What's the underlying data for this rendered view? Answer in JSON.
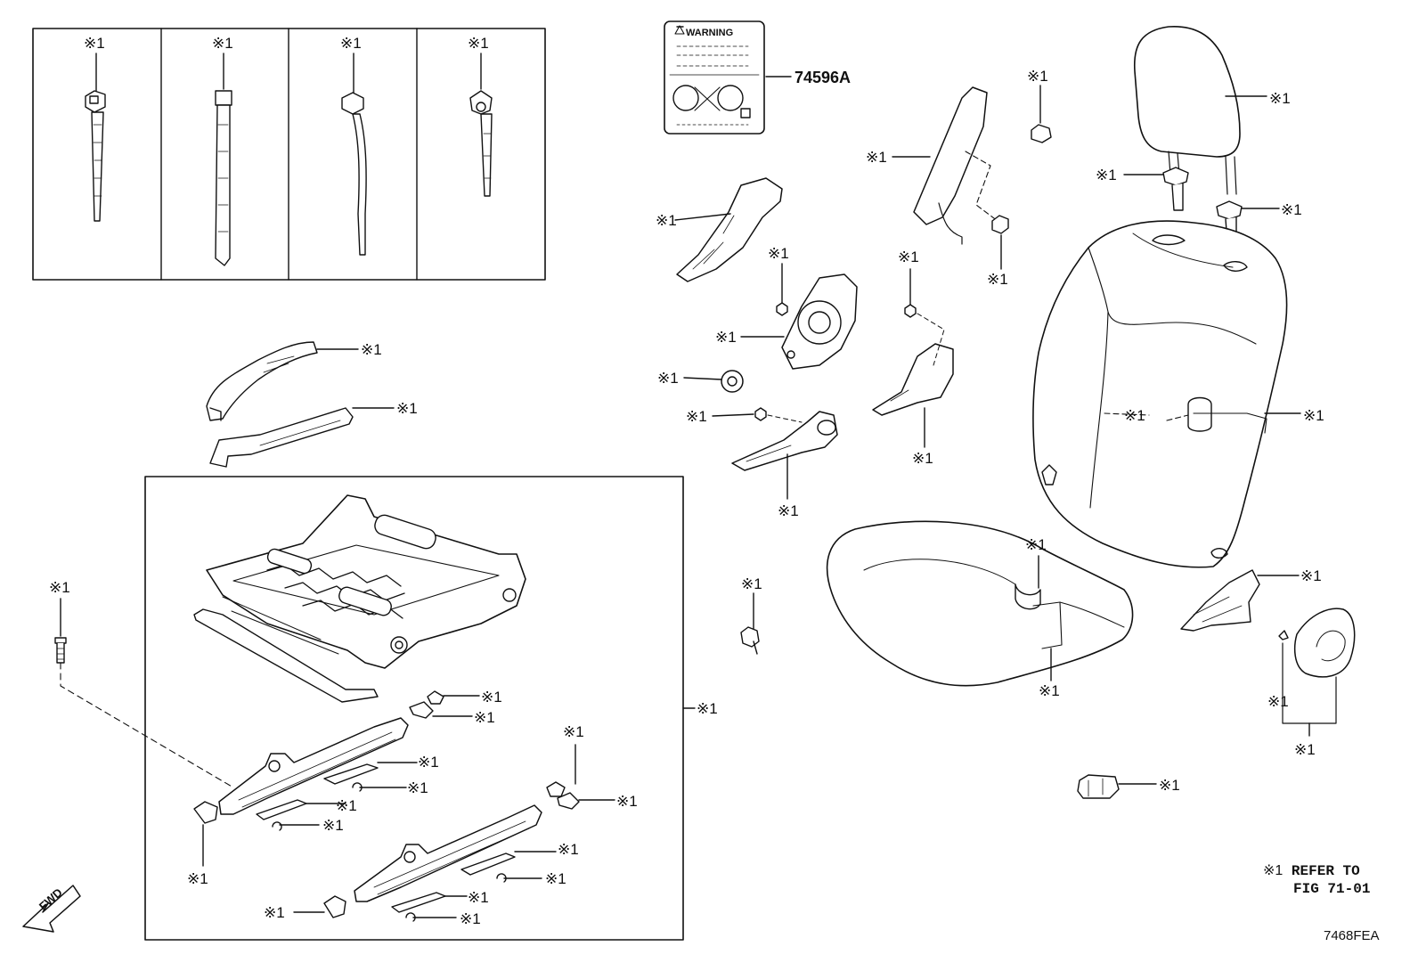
{
  "callout_label": "※1",
  "part_number": "74596A",
  "warning_label_text": "WARNING",
  "fwd_text": "FWD",
  "note": {
    "marker": "※1",
    "line1": "REFER TO",
    "line2": "FIG 71-01"
  },
  "figure_code": "7468FEA"
}
